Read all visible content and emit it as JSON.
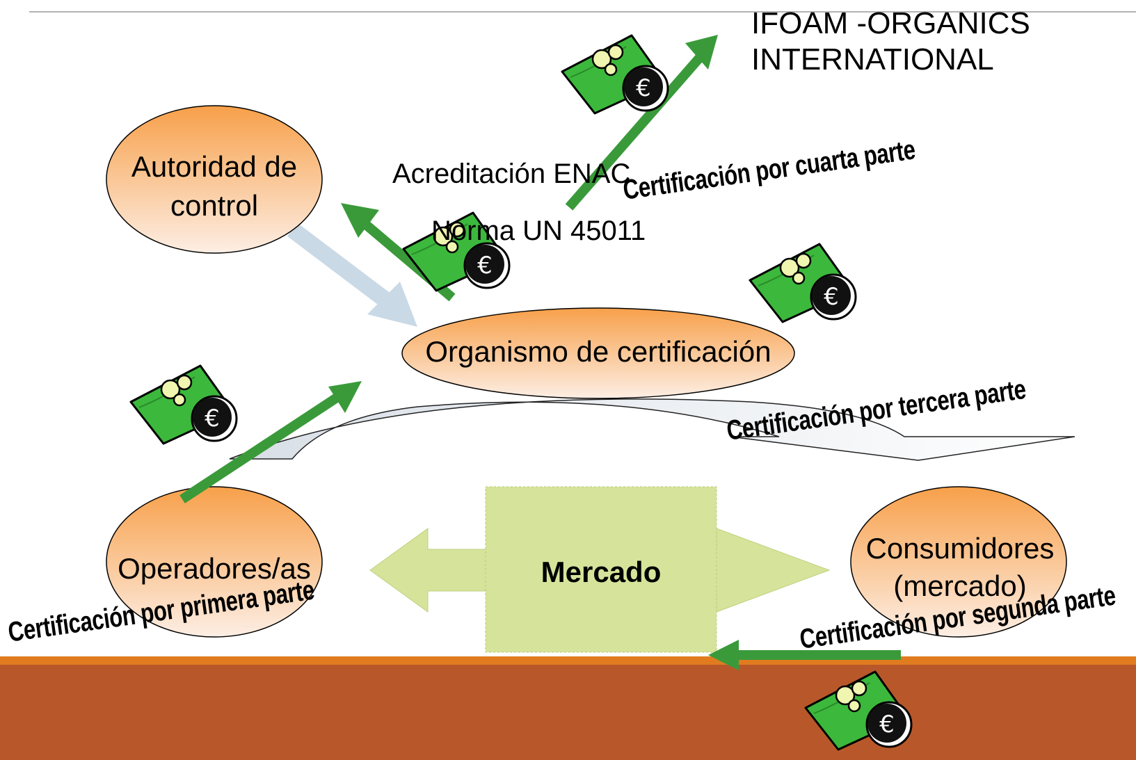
{
  "ifoam": {
    "line1": "IFOAM -ORGANICS",
    "line2": "INTERNATIONAL"
  },
  "nodes": {
    "autoridad": {
      "line1": "Autoridad de",
      "line2": "control"
    },
    "organismo": "Organismo de certificación",
    "operadores": "Operadores/as",
    "consumidores": {
      "line1": "Consumidores",
      "line2": "(mercado)"
    },
    "mercado": "Mercado"
  },
  "accreditation": {
    "line1": "Acreditación ENAC",
    "line2": "Norma UN 45011"
  },
  "certifications": {
    "cuarta": "Certificación por cuarta parte",
    "tercera": "Certificación por tercera parte",
    "primera": "Certificación por primera parte",
    "segunda": "Certificación por segunda parte"
  },
  "money_icon_symbol": "€",
  "colors": {
    "node_fill_top": "#f7a04a",
    "node_fill_bottom": "#fde9dc",
    "money_green": "#3cb83c",
    "money_arrow_green": "#3a9a3a",
    "mercado_fill": "#d5e49a",
    "bottom_band": "#b8582a",
    "bottom_band_stripe": "#e07b1f"
  }
}
